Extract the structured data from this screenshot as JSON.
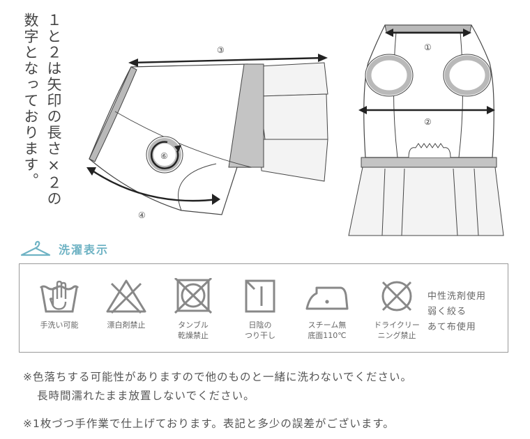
{
  "vertical_note": {
    "line1": "１と２は矢印の長さ×２の",
    "line2": "数字となっております。"
  },
  "diagram_labels": {
    "m1": "①",
    "m2": "②",
    "m3": "③",
    "m4": "④",
    "m6": "⑥"
  },
  "care": {
    "title": "洗濯表示",
    "icons": [
      {
        "icon": "hand-wash-icon",
        "label": "手洗い可能"
      },
      {
        "icon": "no-bleach-icon",
        "label": "漂白剤禁止"
      },
      {
        "icon": "no-tumble-dry-icon",
        "label": "タンブル\n乾燥禁止"
      },
      {
        "icon": "shade-line-dry-icon",
        "label": "日陰の\nつり干し"
      },
      {
        "icon": "steam-iron-icon",
        "label": "スチーム無\n底面110℃"
      },
      {
        "icon": "no-dry-clean-icon",
        "label": "ドライクリー\nニング禁止"
      }
    ],
    "detergent_note": "中性洗剤使用\n弱く絞る\nあて布使用"
  },
  "notes": {
    "line1": "※色落ちする可能性がありますので他のものと一緒に洗わないでください。",
    "line2": "長時間濡れたまま放置しないでください。",
    "line3": "※1枚づつ手作業で仕上げております。表記と多少の誤差がございます。"
  },
  "colors": {
    "accent": "#6fb3c4",
    "line": "#333333",
    "trim": "#b9b9b9",
    "fill": "#f3f3f3"
  }
}
